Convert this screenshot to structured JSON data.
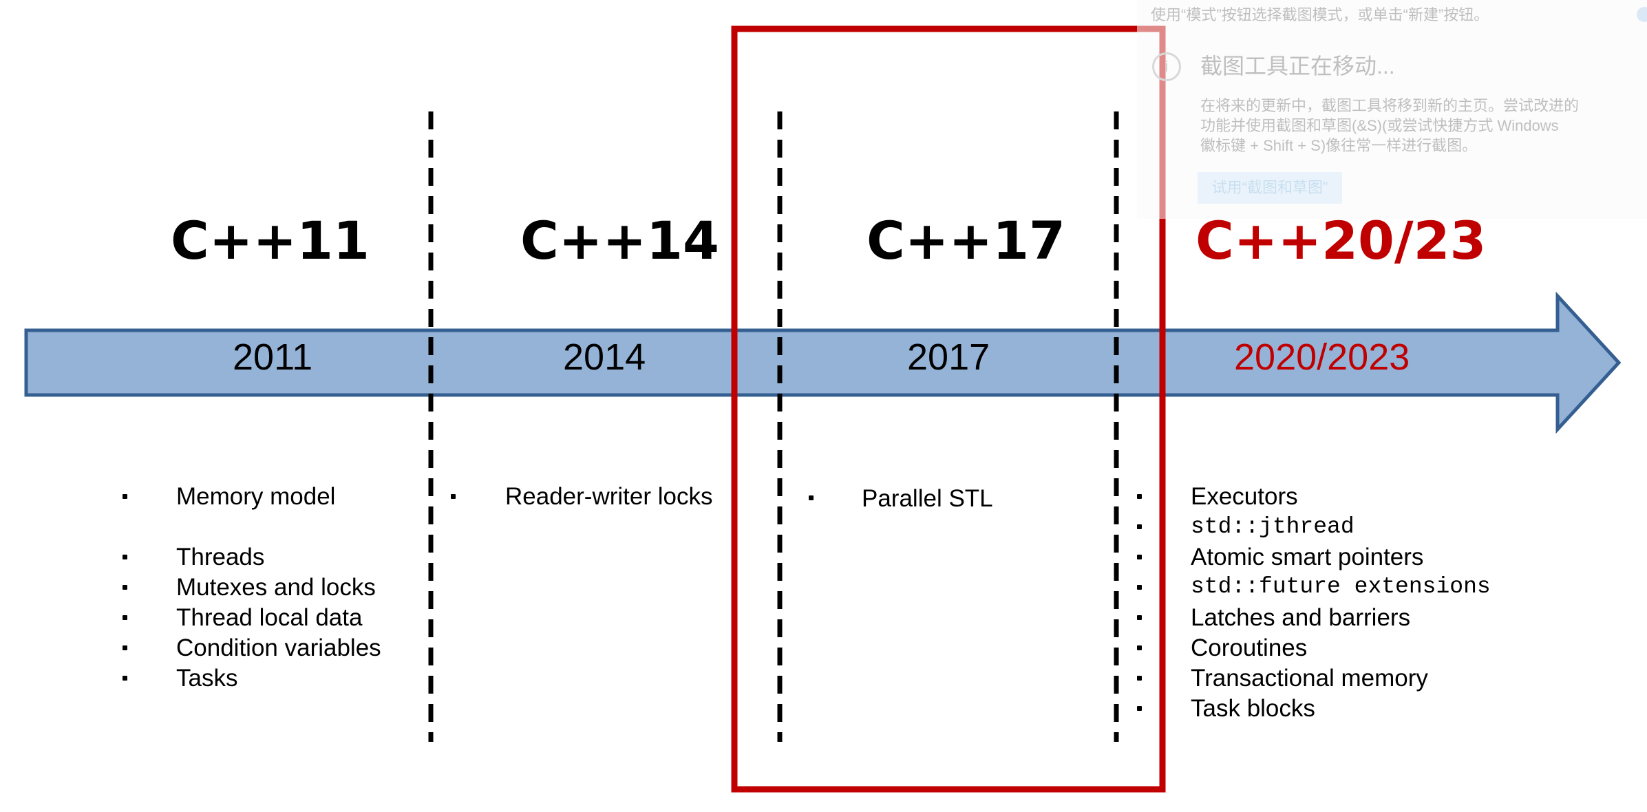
{
  "colors": {
    "arrow_fill": "#94b3d7",
    "arrow_stroke": "#365f91",
    "highlight_box": "#c00000",
    "future_text": "#c00000"
  },
  "standards": [
    {
      "title": "C++11",
      "year": "2011"
    },
    {
      "title": "C++14",
      "year": "2014"
    },
    {
      "title": "C++17",
      "year": "2017"
    },
    {
      "title": "C++20/23",
      "year": "2020/2023"
    }
  ],
  "features": {
    "cpp11": [
      "Memory model",
      "Threads",
      "Mutexes and locks",
      "Thread  local data",
      "Condition variables",
      "Tasks"
    ],
    "cpp14": [
      "Reader-writer  locks"
    ],
    "cpp17": [
      "Parallel STL"
    ],
    "cpp20": [
      "Executors",
      "std::jthread",
      "Atomic smart pointers",
      "std::future extensions",
      "Latches and barriers",
      "Coroutines",
      "Transactional  memory",
      "Task blocks"
    ]
  },
  "overlay": {
    "top_text": "使用“模式”按钮选择截图模式，或单击“新建”按钮。",
    "icon": "info-icon",
    "title": "截图工具正在移动...",
    "body_line1": "在将来的更新中，截图工具将移到新的主页。尝试改进的",
    "body_line2": "功能并使用截图和草图(&S)(或尝试快捷方式 Windows",
    "body_line3": "徽标键 + Shift + S)像往常一样进行截图。",
    "button_label": "试用“截图和草图”"
  }
}
